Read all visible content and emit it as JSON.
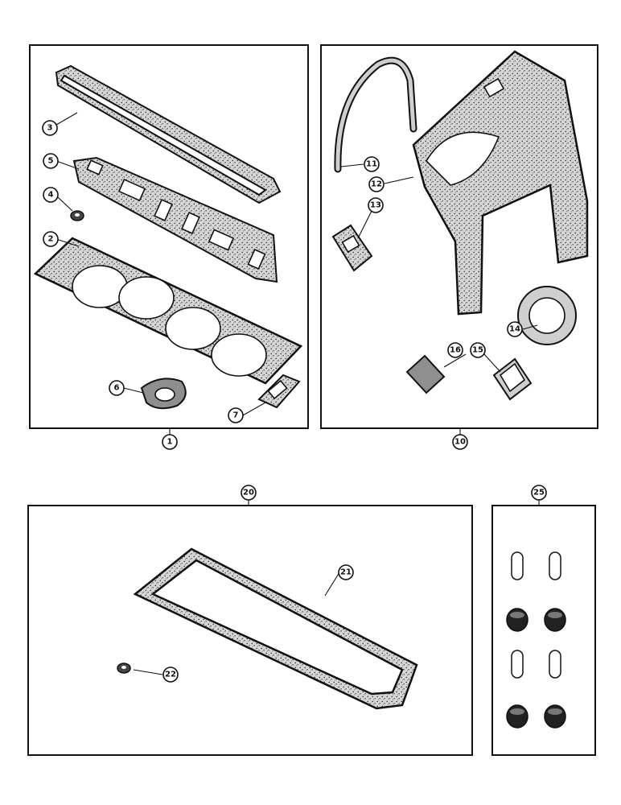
{
  "callouts": {
    "c1": "1",
    "c2": "2",
    "c3": "3",
    "c4": "4",
    "c5": "5",
    "c6": "6",
    "c7": "7",
    "c10": "10",
    "c11": "11",
    "c12": "12",
    "c13": "13",
    "c14": "14",
    "c15": "15",
    "c16": "16",
    "c20": "20",
    "c21": "21",
    "c22": "22",
    "c25": "25"
  },
  "colors": {
    "ink": "#111111",
    "gasket_fill": "#cfcfcf",
    "paper": "#ffffff"
  }
}
